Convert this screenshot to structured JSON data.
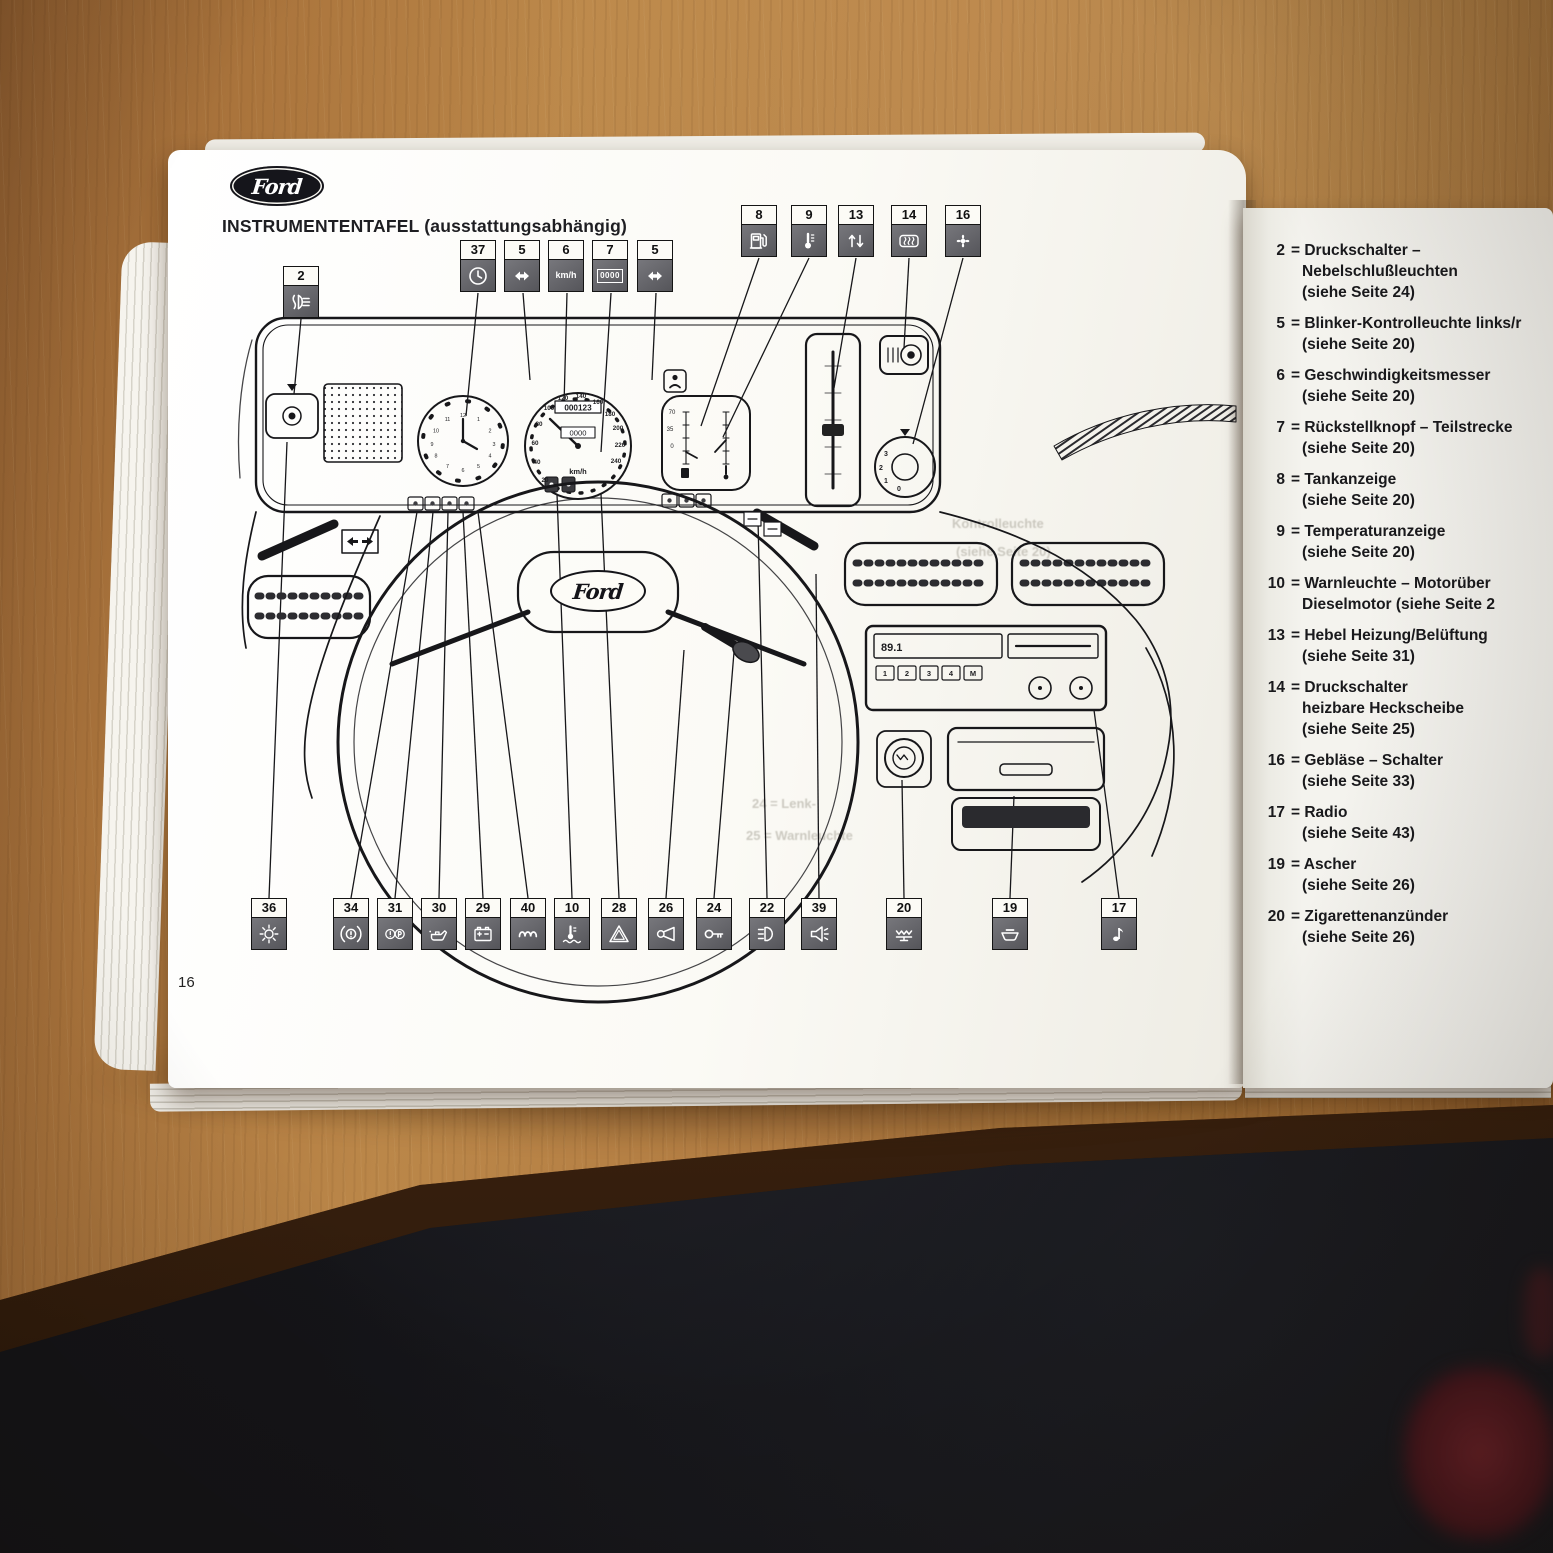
{
  "brand": "Ford",
  "page": {
    "title": "INSTRUMENTENTAFEL (ausstattungsabhängig)",
    "page_number": "16"
  },
  "callouts": {
    "t2": {
      "num": "2",
      "icon": "#ic-fog"
    },
    "t37": {
      "num": "37",
      "icon": "#ic-clock"
    },
    "t5a": {
      "num": "5",
      "icon": "#ic-arrows"
    },
    "t6": {
      "num": "6",
      "icon_text": "km/h"
    },
    "t7": {
      "num": "7",
      "icon_text": "0000"
    },
    "t5b": {
      "num": "5",
      "icon": "#ic-arrows"
    },
    "t8": {
      "num": "8",
      "icon": "#ic-fuel"
    },
    "t9": {
      "num": "9",
      "icon": "#ic-temp"
    },
    "t13": {
      "num": "13",
      "icon": "#ic-lever"
    },
    "t14": {
      "num": "14",
      "icon": "#ic-heatrear"
    },
    "t16": {
      "num": "16",
      "icon": "#ic-fan"
    },
    "b36": {
      "num": "36",
      "icon": "#ic-light"
    },
    "b34": {
      "num": "34",
      "icon": "#ic-brake"
    },
    "b31": {
      "num": "31",
      "icon": "#ic-handbrake"
    },
    "b30": {
      "num": "30",
      "icon": "#ic-oil"
    },
    "b29": {
      "num": "29",
      "icon": "#ic-battery"
    },
    "b40": {
      "num": "40",
      "icon": "#ic-glow"
    },
    "b10": {
      "num": "10",
      "icon": "#ic-coolant"
    },
    "b28": {
      "num": "28",
      "icon": "#ic-hazard"
    },
    "b26": {
      "num": "26",
      "icon": "#ic-horn"
    },
    "b24": {
      "num": "24",
      "icon": "#ic-key"
    },
    "b22": {
      "num": "22",
      "icon": "#ic-headlight"
    },
    "b39": {
      "num": "39",
      "icon": "#ic-speaker"
    },
    "b20": {
      "num": "20",
      "icon": "#ic-cig"
    },
    "b19": {
      "num": "19",
      "icon": "#ic-ashtray"
    },
    "b17": {
      "num": "17",
      "icon": "#ic-music"
    }
  },
  "dash": {
    "speedo": {
      "nums": [
        "20",
        "40",
        "60",
        "80",
        "100",
        "120",
        "140",
        "160",
        "180",
        "200",
        "220",
        "240"
      ],
      "odometer": "000123",
      "trip": "0000",
      "unit": "km/h"
    },
    "clock": {
      "nums": [
        "12",
        "1",
        "2",
        "3",
        "4",
        "5",
        "6",
        "7",
        "8",
        "9",
        "10",
        "11"
      ]
    },
    "pod": {
      "nums": [
        "70",
        "35",
        "0"
      ]
    },
    "fan": {
      "nums": [
        "3",
        "2",
        "1",
        "0"
      ]
    },
    "radio": {
      "display": "89.1",
      "buttons": [
        "1",
        "2",
        "3",
        "4",
        "M"
      ]
    }
  },
  "right_page": {
    "items": [
      {
        "num": "2",
        "l1": "= Druckschalter –",
        "l2": "Nebelschlußleuchten",
        "l3": "(siehe Seite 24)"
      },
      {
        "num": "5",
        "l1": "= Blinker-Kontrolleuchte links/r",
        "l2": "(siehe Seite 20)"
      },
      {
        "num": "6",
        "l1": "= Geschwindigkeitsmesser",
        "l2": "(siehe Seite 20)"
      },
      {
        "num": "7",
        "l1": "= Rückstellknopf – Teilstrecke",
        "l2": "(siehe Seite 20)"
      },
      {
        "num": "8",
        "l1": "= Tankanzeige",
        "l2": "(siehe Seite 20)"
      },
      {
        "num": "9",
        "l1": "= Temperaturanzeige",
        "l2": "(siehe Seite 20)"
      },
      {
        "num": "10",
        "l1": "= Warnleuchte – Motorüber",
        "l2": "Dieselmotor (siehe Seite 2"
      },
      {
        "num": "13",
        "l1": "= Hebel Heizung/Belüftung",
        "l2": "(siehe Seite 31)"
      },
      {
        "num": "14",
        "l1": "= Druckschalter",
        "l2": "heizbare Heckscheibe",
        "l3": "(siehe Seite 25)"
      },
      {
        "num": "16",
        "l1": "= Gebläse – Schalter",
        "l2": "(siehe Seite 33)"
      },
      {
        "num": "17",
        "l1": "= Radio",
        "l2": "(siehe Seite 43)"
      },
      {
        "num": "19",
        "l1": "= Ascher",
        "l2": "(siehe Seite 26)"
      },
      {
        "num": "20",
        "l1": "= Zigarettenanzünder",
        "l2": "(siehe Seite 26)"
      }
    ]
  },
  "bleedthrough": {
    "g1": "Kontrolleuchte",
    "g2": "(siehe Seite 20)",
    "g3": "24 = Lenk-",
    "g4": "25 = Warnleuchte"
  }
}
